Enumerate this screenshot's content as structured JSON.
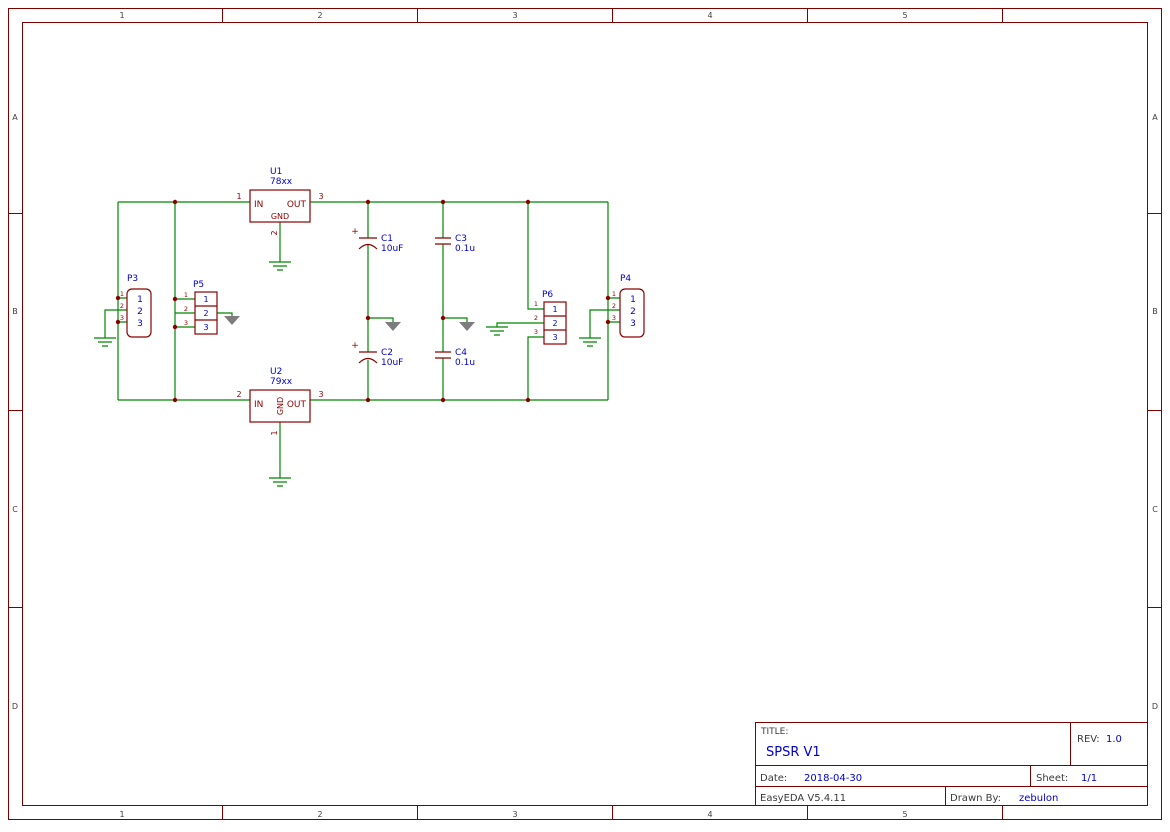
{
  "frame": {
    "columns": [
      "1",
      "2",
      "3",
      "4",
      "5"
    ],
    "rows": [
      "A",
      "B",
      "C",
      "D"
    ]
  },
  "schematic": {
    "u1": {
      "ref": "U1",
      "value": "78xx",
      "pin_in_label": "IN",
      "pin_out_label": "OUT",
      "pin_gnd_label": "GND",
      "pin_in_num": "1",
      "pin_gnd_num": "2",
      "pin_out_num": "3"
    },
    "u2": {
      "ref": "U2",
      "value": "79xx",
      "pin_in_label": "IN",
      "pin_out_label": "OUT",
      "pin_gnd_label": "GND",
      "pin_in_num": "2",
      "pin_gnd_num": "1",
      "pin_out_num": "3"
    },
    "c1": {
      "ref": "C1",
      "value": "10uF",
      "polarity": "+"
    },
    "c2": {
      "ref": "C2",
      "value": "10uF",
      "polarity": "+"
    },
    "c3": {
      "ref": "C3",
      "value": "0.1u"
    },
    "c4": {
      "ref": "C4",
      "value": "0.1u"
    },
    "p3": {
      "ref": "P3",
      "pins": [
        "1",
        "2",
        "3"
      ]
    },
    "p4": {
      "ref": "P4",
      "pins": [
        "1",
        "2",
        "3"
      ]
    },
    "p5": {
      "ref": "P5",
      "pins": [
        "1",
        "2",
        "3"
      ]
    },
    "p6": {
      "ref": "P6",
      "pins": [
        "1",
        "2",
        "3"
      ]
    }
  },
  "title_block": {
    "title_label": "TITLE:",
    "title": "SPSR V1",
    "rev_label": "REV:",
    "rev": "1.0",
    "date_label": "Date:",
    "date": "2018-04-30",
    "sheet_label": "Sheet:",
    "sheet": "1/1",
    "software": "EasyEDA V5.4.11",
    "drawn_by_label": "Drawn By:",
    "drawn_by": "zebulon"
  },
  "colors": {
    "wire": "#008800",
    "symbol_outline": "#8B0000",
    "annotation_text": "#0000D0",
    "frame_border": "#800000",
    "junction_dot": "#8B0000",
    "ground_fill": "#7D7D7D"
  }
}
